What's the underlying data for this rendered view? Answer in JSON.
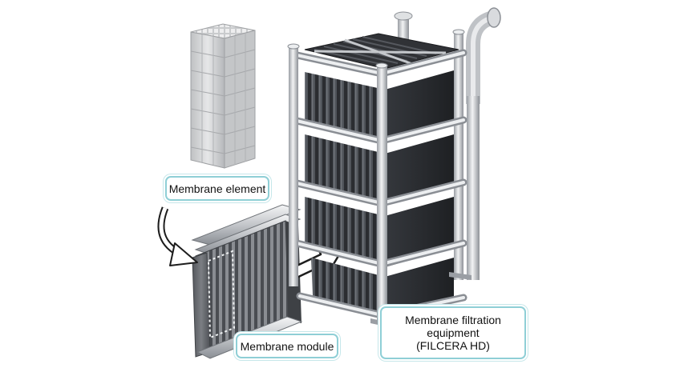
{
  "labels": {
    "membrane_element": "Membrane element",
    "membrane_module": "Membrane module",
    "equipment_line1": "Membrane filtration",
    "equipment_line2": "equipment",
    "equipment_line3": "(FILCERA HD)"
  },
  "colors": {
    "label_border": "#8fcfd6",
    "frame_silver": "#c9ccd0",
    "membrane_dark": "#3a3d42",
    "element_ceramic": "#d6d7d8"
  }
}
